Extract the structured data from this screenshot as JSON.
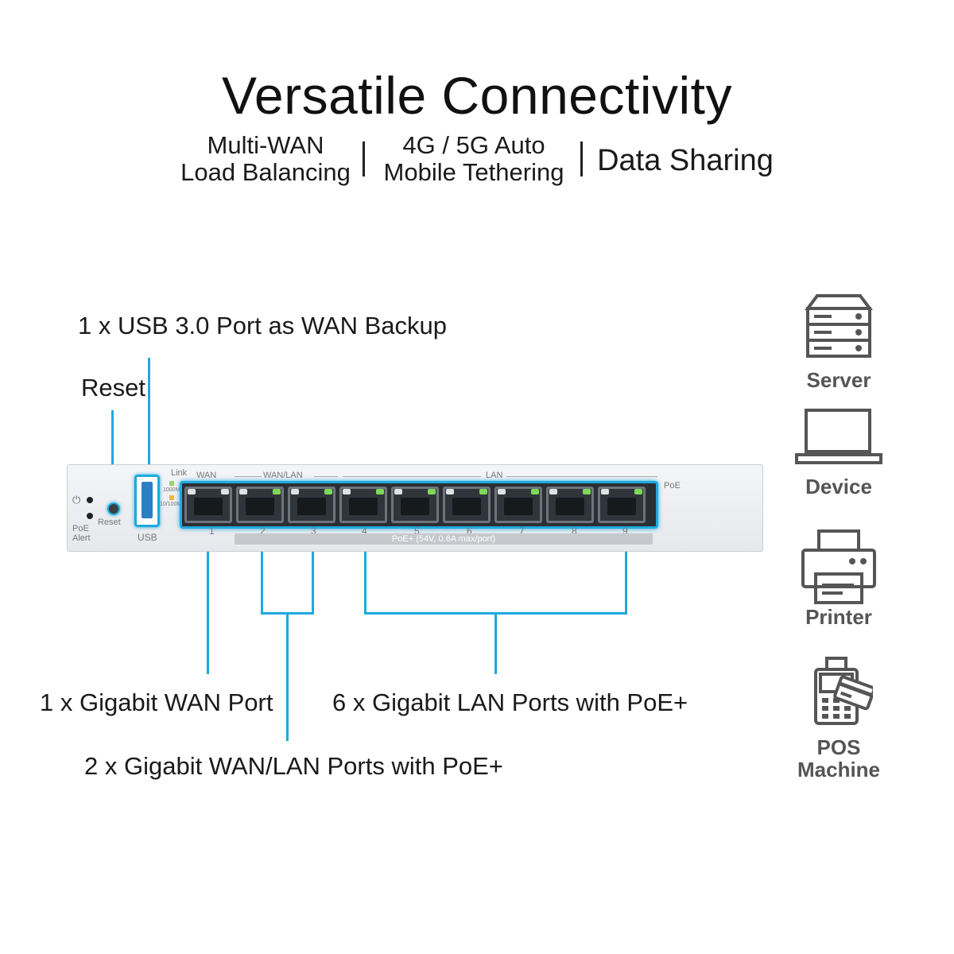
{
  "title": "Versatile Connectivity",
  "features": {
    "f1_line1": "Multi-WAN",
    "f1_line2": "Load Balancing",
    "f2_line1": "4G / 5G Auto",
    "f2_line2": "Mobile Tethering",
    "f3": "Data Sharing"
  },
  "callouts": {
    "usb": "1 x USB 3.0 Port as WAN Backup",
    "reset": "Reset",
    "wan": "1 x Gigabit WAN Port",
    "lan": "6 x Gigabit LAN Ports with PoE+",
    "wanlan": "2 x Gigabit WAN/LAN Ports with PoE+"
  },
  "device": {
    "link": "Link",
    "speed1": "1000M",
    "speed2": "10/100M",
    "wan": "WAN",
    "wanlan": "WAN/LAN",
    "lan": "LAN",
    "poe": "PoE",
    "poe_alert_1": "PoE",
    "poe_alert_2": "Alert",
    "reset": "Reset",
    "usb": "USB",
    "power_symbol": "⏻",
    "port_numbers": [
      "1",
      "2",
      "3",
      "4",
      "5",
      "6",
      "7",
      "8",
      "9"
    ],
    "poe_bar": "PoE+ (54V, 0.6A max/port)"
  },
  "icons": [
    {
      "name": "server-icon",
      "label": "Server"
    },
    {
      "name": "laptop-icon",
      "label": "Device"
    },
    {
      "name": "printer-icon",
      "label": "Printer"
    },
    {
      "name": "pos-machine-icon",
      "label_line1": "POS",
      "label_line2": "Machine"
    }
  ],
  "colors": {
    "accent": "#1fa9de",
    "icon_gray": "#555555",
    "led_green": "#7ed957"
  }
}
